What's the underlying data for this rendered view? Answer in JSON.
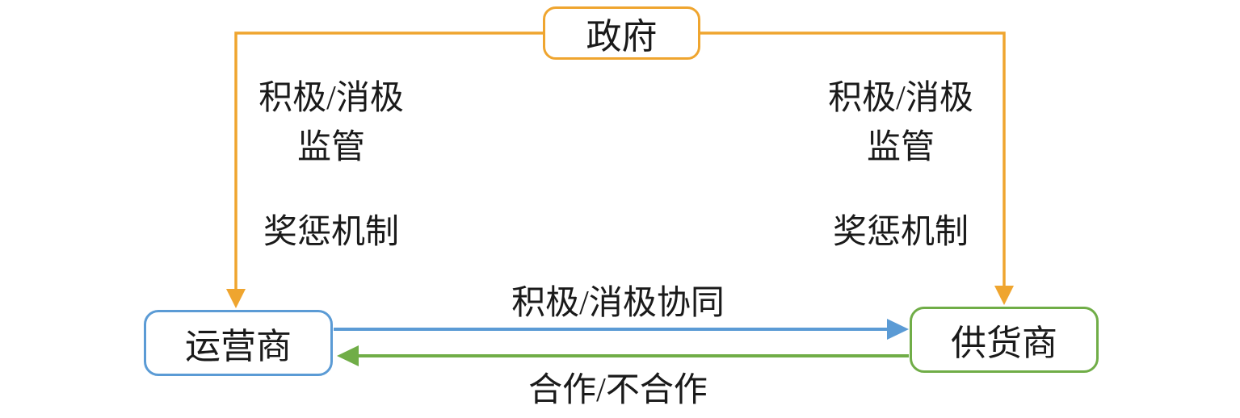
{
  "diagram": {
    "nodes": {
      "government": {
        "label": "政府",
        "border_color": "#EFA52F"
      },
      "operator": {
        "label": "运营商",
        "border_color": "#5B9BD5"
      },
      "supplier": {
        "label": "供货商",
        "border_color": "#70AD47"
      }
    },
    "edges": {
      "gov_to_operator": {
        "color": "#EFA52F",
        "label_supervision_line1": "积极/消极",
        "label_supervision_line2": "监管",
        "label_mechanism": "奖惩机制"
      },
      "gov_to_supplier": {
        "color": "#EFA52F",
        "label_supervision_line1": "积极/消极",
        "label_supervision_line2": "监管",
        "label_mechanism": "奖惩机制"
      },
      "operator_to_supplier": {
        "color": "#5B9BD5",
        "label": "积极/消极协同"
      },
      "supplier_to_operator": {
        "color": "#70AD47",
        "label": "合作/不合作"
      }
    }
  }
}
